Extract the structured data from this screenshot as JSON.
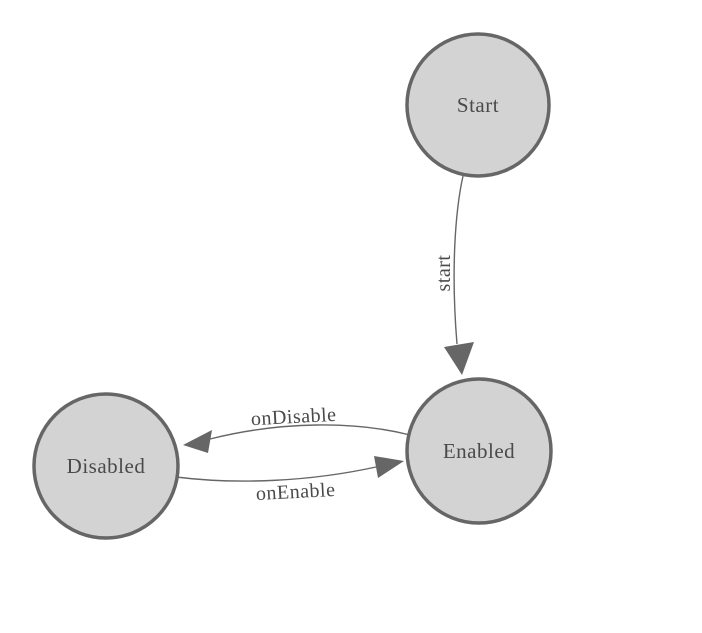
{
  "diagram": {
    "type": "state-diagram",
    "colors": {
      "background": "#ffffff",
      "node_fill": "#d3d3d3",
      "node_border": "#666666",
      "edge": "#666666",
      "arrowhead": "#666666",
      "text": "#4a4a4a"
    },
    "nodes": [
      {
        "id": "start",
        "label": "Start"
      },
      {
        "id": "enabled",
        "label": "Enabled"
      },
      {
        "id": "disabled",
        "label": "Disabled"
      }
    ],
    "edges": [
      {
        "from": "Start",
        "to": "Enabled",
        "label": "start"
      },
      {
        "from": "Enabled",
        "to": "Disabled",
        "label": "onDisable"
      },
      {
        "from": "Disabled",
        "to": "Enabled",
        "label": "onEnable"
      }
    ]
  }
}
